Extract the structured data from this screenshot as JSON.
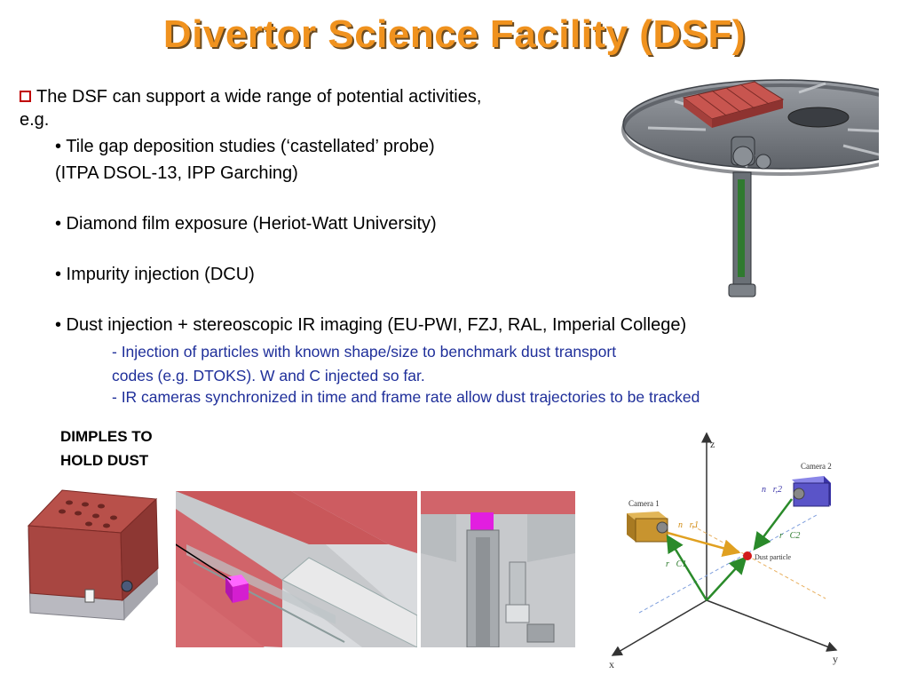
{
  "title": "Divertor Science Facility (DSF)",
  "intro": {
    "line1": "The DSF can support a wide range of potential activities,",
    "line2": "e.g."
  },
  "bullets": [
    {
      "text": "• Tile gap deposition studies  (‘castellated’ probe)",
      "sub": "(ITPA DSOL-13, IPP Garching)"
    },
    {
      "text": "• Diamond film exposure (Heriot-Watt University)"
    },
    {
      "text": "• Impurity injection (DCU)"
    },
    {
      "text": "• Dust injection + stereoscopic IR imaging (EU-PWI, FZJ, RAL, Imperial College)"
    }
  ],
  "details": [
    "- Injection of particles with known shape/size to benchmark dust transport",
    "codes (e.g. DTOKS). W and C injected so far.",
    "- IR cameras synchronized in time and frame rate allow dust trajectories to be tracked"
  ],
  "dimples_label": [
    "DIMPLES TO",
    "HOLD DUST"
  ],
  "diagram": {
    "camera1": "Camera 1",
    "camera2": "Camera 2",
    "dust": "Dust particle",
    "axes": {
      "z": "z",
      "x": "x",
      "y": "y"
    },
    "vectors": {
      "n1": "n⃗r,1",
      "n2": "n⃗r,2",
      "rc1": "r⃗C1",
      "rc2": "r⃗C2"
    }
  },
  "colors": {
    "title": "#f0921e",
    "detail_text": "#1f2f9a",
    "bullet_box": "#c00000",
    "tile": "#c8554f",
    "magenta": "#e21ee0"
  }
}
